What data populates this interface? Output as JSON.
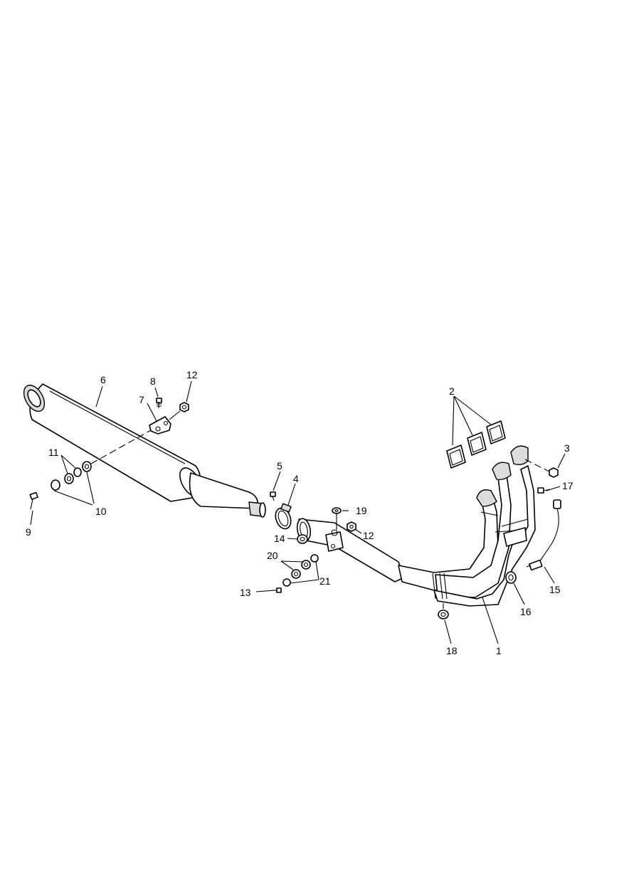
{
  "callouts": {
    "c1": "1",
    "c2": "2",
    "c3": "3",
    "c4": "4",
    "c5": "5",
    "c6": "6",
    "c7": "7",
    "c8": "8",
    "c9": "9",
    "c10": "10",
    "c11": "11",
    "c12a": "12",
    "c12b": "12",
    "c13": "13",
    "c14": "14",
    "c15": "15",
    "c16": "16",
    "c17": "17",
    "c18": "18",
    "c19": "19",
    "c20": "20",
    "c21": "21"
  }
}
